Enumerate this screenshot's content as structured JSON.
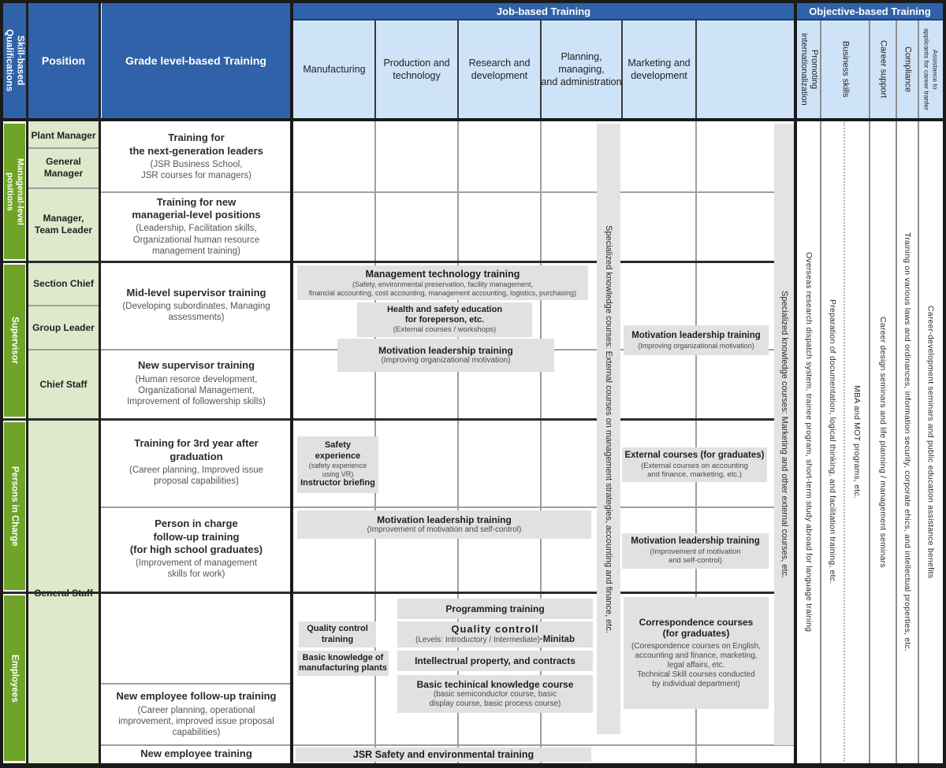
{
  "corner": {
    "skill_qual": "Skill-based\nQualifications",
    "position": "Position",
    "grade_training": "Grade level-based Training"
  },
  "group_headers": {
    "job": "Job-based Training",
    "objective": "Objective-based Training"
  },
  "job_columns": {
    "manufacturing": "Manufacturing",
    "production": "Production and\ntechnology",
    "research": "Research and\ndevelopment",
    "planning": "Planning,\nmanaging,\nand administration",
    "marketing": "Marketing and\ndevelopment"
  },
  "objective_columns": {
    "intl": {
      "header": "Promoting\ninternationalization",
      "body": "Overseas research dispatch system, trainee program, short-term study abroad for language training"
    },
    "business": {
      "header": "Business skills",
      "body_left": "Preparation of documentation, logical thinking, and facilitation training, etc.",
      "body_right": "MBA and MOT programs, etc."
    },
    "career": {
      "header": "Career support",
      "body": "Career design seminars and life planning / management seminars"
    },
    "compliance": {
      "header": "Compliance",
      "body": "Training on various laws and ordinances, information security, corporate ehics, and intellectual properties, etc."
    },
    "transfer": {
      "header": "Assistance to\napplicants for career tranfer",
      "body": "Career-development seminars and public education assistance benefits"
    }
  },
  "sections": {
    "managerial": "Managenal-level\npositions",
    "supervisor": "Supervisor",
    "persons": "Persons in Charge",
    "employees": "Employees"
  },
  "positions": {
    "plant_manager": "Plant Manager",
    "general_manager": "General\nManager",
    "manager_team_leader": "Manager,\nTeam Leader",
    "section_chief": "Section Chief",
    "group_leader": "Group Leader",
    "chief_staff": "Chief Staff",
    "general_staff": "General Staff"
  },
  "grade_cells": {
    "next_gen": {
      "title": "Training for\nthe next-generation leaders",
      "sub": "(JSR Business School,\nJSR courses for managers)"
    },
    "new_managerial": {
      "title": "Training for new\nmanagerial-level positions",
      "sub": "(Leadership, Facilitation skills,\nOrganizational human resource\nmanagement training)"
    },
    "mid_supervisor": {
      "title": "Mid-level supervisor training",
      "sub": "(Developing subordinates, Managing\nassessments)"
    },
    "new_supervisor": {
      "title": "New supervisor training",
      "sub": "(Human resorce development,\nOrganizational Management,\nImprovement of followership skills)"
    },
    "third_year": {
      "title": "Training for 3rd year after\ngraduation",
      "sub": "(Career planning, Improved issue\nproposal capabilities)"
    },
    "pic_followup": {
      "title": "Person in charge\nfollow-up training\n(for high school graduates)",
      "sub": "(Improvement of management\nskills for work)"
    },
    "new_emp_followup": {
      "title": "New employee follow-up training",
      "sub": "(Career planning, operational\nimprovement, improved issue proposal\ncapabilities)"
    },
    "new_emp": {
      "title": "New employee training"
    }
  },
  "bars": {
    "left": "Specialized knowledge courses: External courses on management strategies, accounting and finance, etc.",
    "right": "Specialized knowledge courses: Marketing and other external courses, etc."
  },
  "boxes": {
    "mgmt_tech": {
      "title": "Management technology training",
      "sub": "(Safety, environmental preservation, facility management,\nfinancial accounting, cost accounting, management accounting, logistics, purchasing)"
    },
    "health_safety": {
      "title": "Health and safety education\nfor foreperson, etc.",
      "sub": "(External courses / workshops)"
    },
    "motiv_supervisor": {
      "title": "Motivation leadership training",
      "sub": "(Improving organizational motivation)"
    },
    "motiv_supervisor_mkt": {
      "title": "Motivation leadership training",
      "sub": "(Improving organizational motivation)"
    },
    "safety_exp": {
      "title": "Safety\nexperience",
      "sub": "(safety experience\nusing VR)",
      "title2": "Instructor briefing"
    },
    "ext_courses": {
      "title": "External courses (for graduates)",
      "sub": "(External courses on accounting\nand finance, marketing, etc.)"
    },
    "motiv_pic": {
      "title": "Motivation leadership training",
      "sub": "(Improvement of motivation and self-control)"
    },
    "motiv_pic_mkt": {
      "title": "Motivation leadership training",
      "sub": "(Improvement of motivation\nand self-control)"
    },
    "programming": {
      "title": "Programming training"
    },
    "quality_training": {
      "title": "Quality control\ntraining"
    },
    "quality_controll": {
      "title": "Quality controll",
      "sub": "(Levels: Introductory / Intermediate)",
      "sub_bold": "·Minitab"
    },
    "basic_knowledge": {
      "title": "Basic knowledge of\nmanufacturing plants"
    },
    "intellectual": {
      "title": "Intellectrual property, and contracts"
    },
    "basic_tech": {
      "title": "Basic techinical knowledge course",
      "sub": "(basic semiconductor course, basic\ndisplay course, basic process course)"
    },
    "correspondence": {
      "title": "Correspondence courses\n(for graduates)",
      "sub": "(Corespondence courses on English,\naccounting and finance, marketing,\nlegal affairs, etc.\nTechnical Skill courses conducted\nby individual department)"
    },
    "jsr_safety": {
      "title": "JSR Safety and environmental training"
    }
  },
  "colors": {
    "header_blue": "#2f62a8",
    "header_light_blue": "#cfe3f8",
    "section_green": "#6fa428",
    "position_green": "#dde9ca",
    "box_grey": "#e1e1e1"
  }
}
